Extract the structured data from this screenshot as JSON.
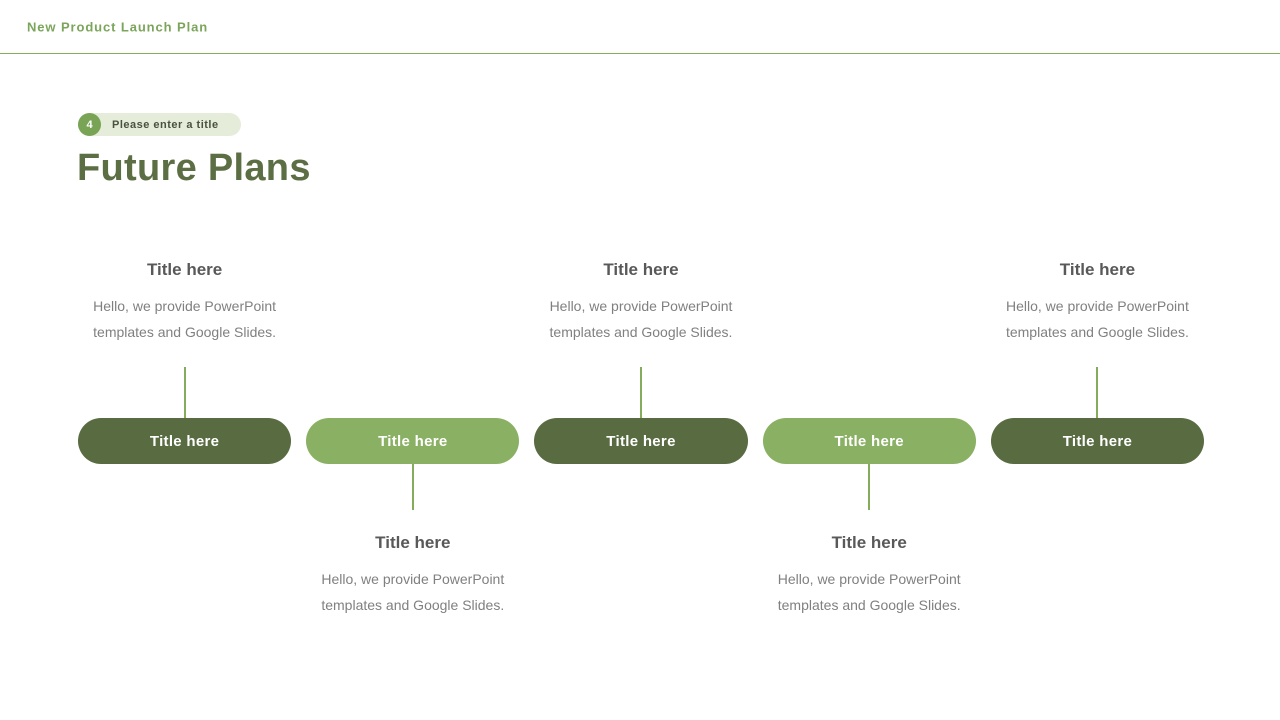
{
  "header": {
    "title": "New Product Launch Plan"
  },
  "step_badge": {
    "number": "4",
    "placeholder": "Please enter a title"
  },
  "slide_title": "Future Plans",
  "timeline": {
    "items": [
      {
        "pill_label": "Title here",
        "variant": "dark",
        "card_position": "top",
        "card_title": "Title here",
        "card_body": "Hello, we provide PowerPoint templates and Google Slides."
      },
      {
        "pill_label": "Title here",
        "variant": "light",
        "card_position": "bottom",
        "card_title": "Title here",
        "card_body": "Hello, we provide PowerPoint templates and Google Slides."
      },
      {
        "pill_label": "Title here",
        "variant": "dark",
        "card_position": "top",
        "card_title": "Title here",
        "card_body": "Hello, we provide PowerPoint templates and Google Slides."
      },
      {
        "pill_label": "Title here",
        "variant": "light",
        "card_position": "bottom",
        "card_title": "Title here",
        "card_body": "Hello, we provide PowerPoint templates and Google Slides."
      },
      {
        "pill_label": "Title here",
        "variant": "dark",
        "card_position": "top",
        "card_title": "Title here",
        "card_body": "Hello, we provide PowerPoint templates and Google Slides."
      }
    ]
  },
  "colors": {
    "header_text": "#7ba55b",
    "divider": "#87aa5d",
    "badge_circle": "#79a456",
    "badge_pill_bg": "#e5edda",
    "badge_text": "#49513f",
    "slide_title_color": "#5c6e44",
    "pill_dark": "#596b41",
    "pill_light": "#8ab063",
    "connector": "#84ac5b",
    "card_title_color": "#595959",
    "card_body_color": "#808080",
    "pill_text": "#ffffff",
    "background": "#ffffff"
  }
}
